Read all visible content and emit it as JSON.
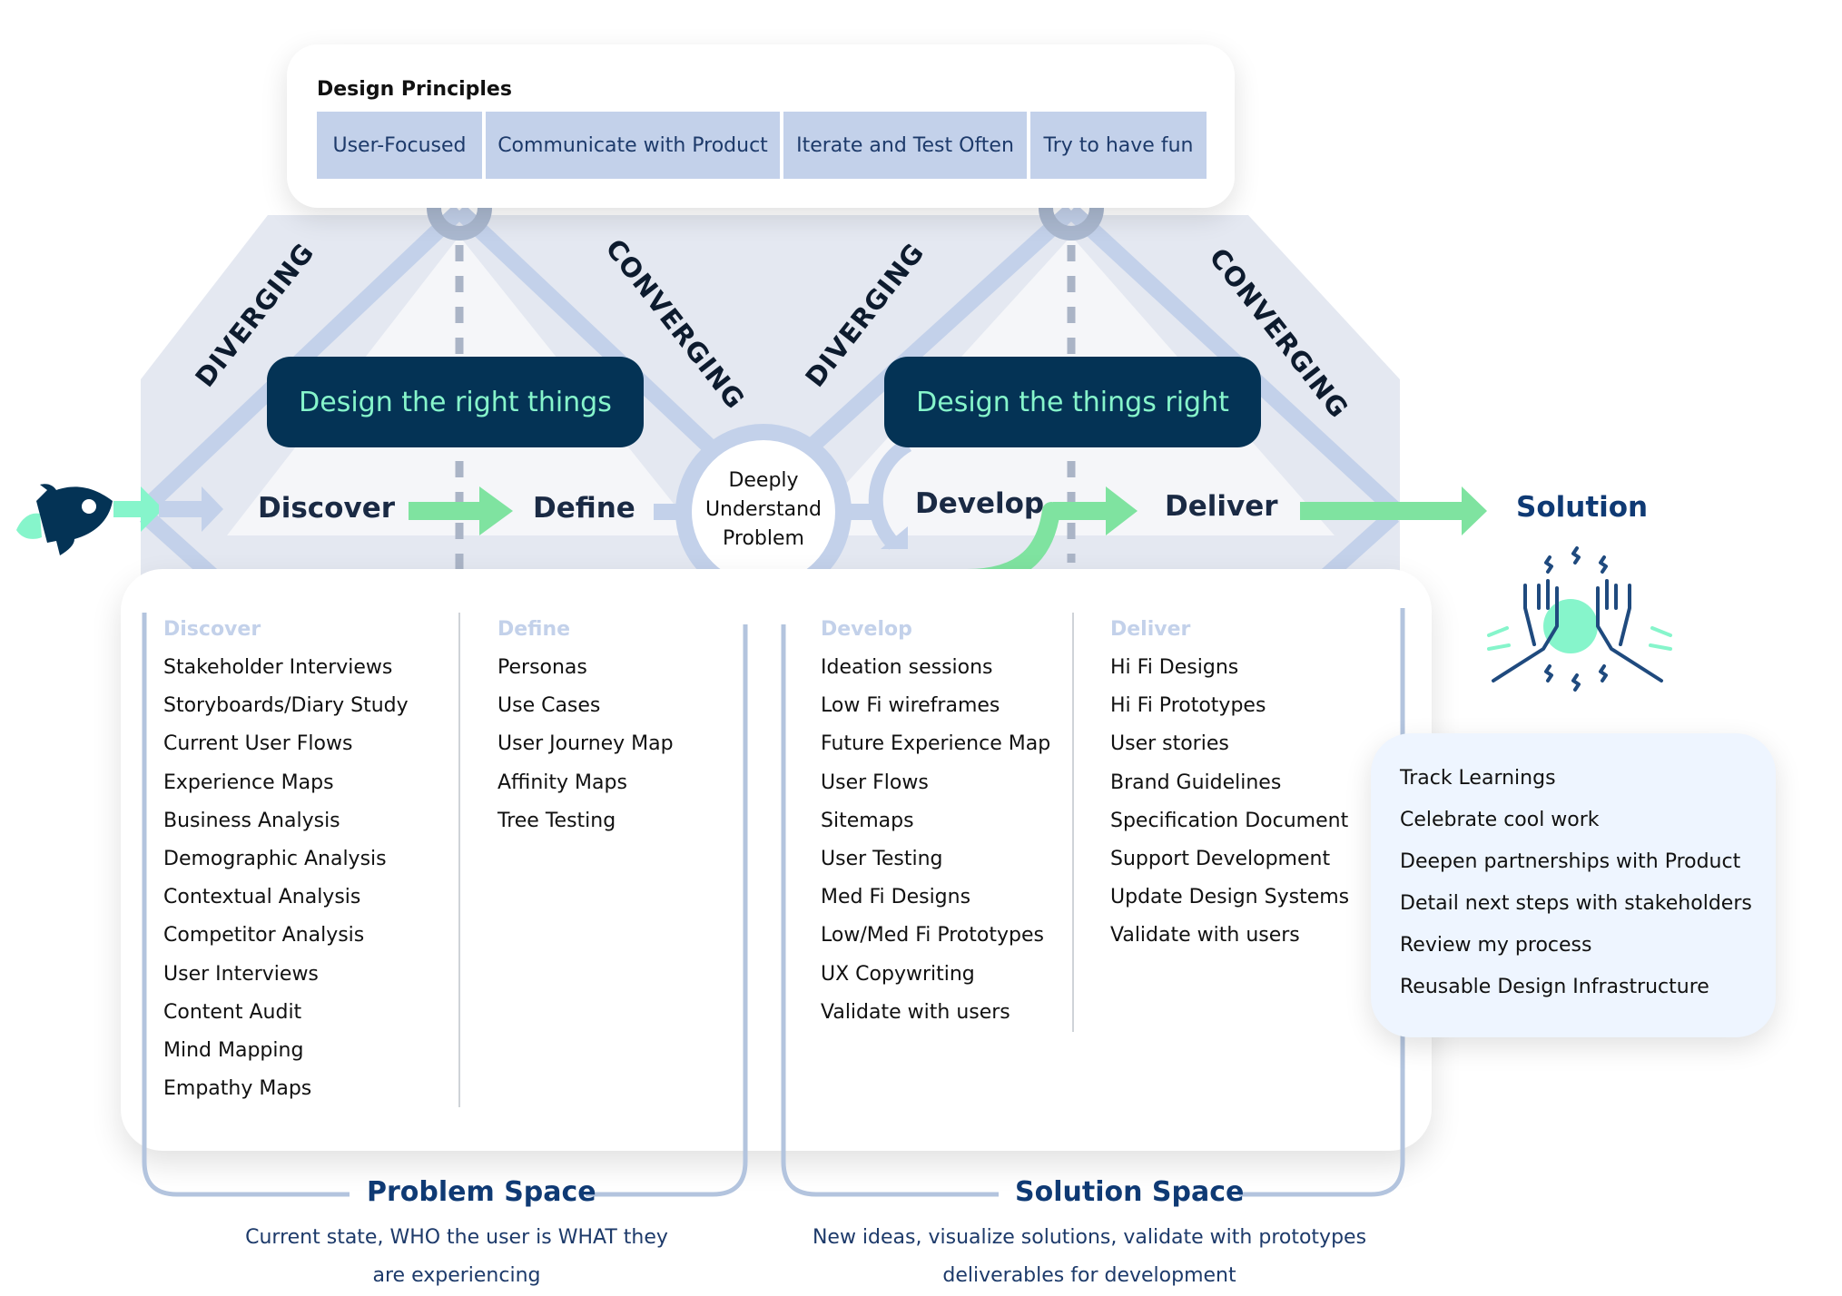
{
  "principles": {
    "title": "Design Principles",
    "items": [
      "User-Focused",
      "Communicate with Product",
      "Iterate and Test Often",
      "Try to have fun"
    ]
  },
  "diamonds": {
    "left": {
      "diverging_label": "DIVERGING",
      "converging_label": "CONVERGING",
      "banner": "Design the right things"
    },
    "right": {
      "diverging_label": "DIVERGING",
      "converging_label": "CONVERGING",
      "banner": "Design the things right"
    }
  },
  "flow": {
    "start_icon": "rocket-icon",
    "phases": [
      "Discover",
      "Define",
      "Develop",
      "Deliver"
    ],
    "center_circle": [
      "Deeply",
      "Understand",
      "Problem"
    ],
    "end_label": "Solution",
    "end_icon": "high-five-icon"
  },
  "columns": [
    {
      "header": "Discover",
      "items": [
        "Stakeholder Interviews",
        "Storyboards/Diary Study",
        "Current User Flows",
        "Experience Maps",
        "Business Analysis",
        "Demographic Analysis",
        "Contextual Analysis",
        "Competitor Analysis",
        "User Interviews",
        "Content Audit",
        "Mind Mapping",
        "Empathy Maps"
      ]
    },
    {
      "header": "Define",
      "items": [
        "Personas",
        "Use Cases",
        "User Journey Map",
        "Affinity Maps",
        "Tree Testing"
      ]
    },
    {
      "header": "Develop",
      "items": [
        "Ideation sessions",
        "Low Fi wireframes",
        "Future Experience Map",
        "User Flows",
        "Sitemaps",
        "User Testing",
        "Med Fi Designs",
        "Low/Med Fi Prototypes",
        "UX Copywriting",
        "Validate with users"
      ]
    },
    {
      "header": "Deliver",
      "items": [
        "Hi Fi Designs",
        "Hi Fi Prototypes",
        "User stories",
        "Brand Guidelines",
        "Specification Document",
        "Support Development",
        "Update Design Systems",
        "Validate with users"
      ]
    }
  ],
  "spaces": {
    "problem": {
      "title": "Problem Space",
      "desc_line1": "Current state, WHO the user is WHAT they",
      "desc_line2": "are experiencing"
    },
    "solution": {
      "title": "Solution Space",
      "desc_line1": "New ideas, visualize solutions, validate with prototypes",
      "desc_line2": "deliverables for development"
    }
  },
  "after_launch": {
    "items": [
      "Track Learnings",
      "Celebrate cool work",
      "Deepen partnerships with Product",
      "Detail next steps with stakeholders",
      "Review my process",
      "Reusable Design Infrastructure"
    ]
  },
  "colors": {
    "navy": "#043355",
    "mint": "#86f5cb",
    "green_arrow": "#7fe3a0",
    "light_blue": "#c3d1ea",
    "band_gray": "#dfe4ee",
    "track_bg": "#eef5ff"
  }
}
